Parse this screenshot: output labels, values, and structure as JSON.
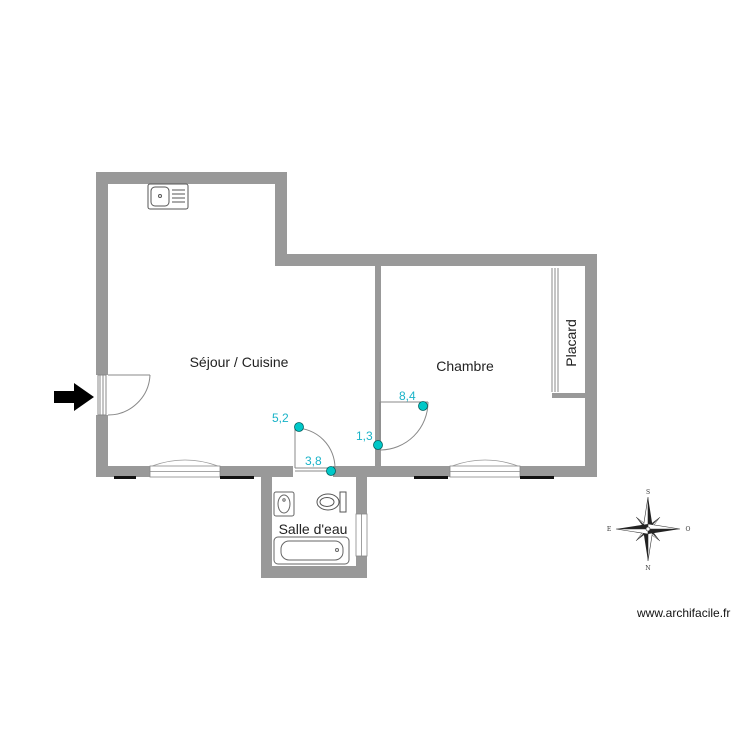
{
  "colors": {
    "wall": "#999999",
    "window_sill": "#111111",
    "measure_point": "#00c8c8",
    "measure_text": "#19b3c8",
    "arrow": "#000000",
    "door": "#888888"
  },
  "rooms": {
    "sejour": "Séjour / Cuisine",
    "chambre": "Chambre",
    "salle_eau": "Salle d'eau",
    "placard": "Placard"
  },
  "measurements": [
    {
      "name": "measure-5-2",
      "value": "5,2"
    },
    {
      "name": "measure-3-8",
      "value": "3,8"
    },
    {
      "name": "measure-1-3",
      "value": "1,3"
    },
    {
      "name": "measure-8-4",
      "value": "8,4"
    }
  ],
  "compass": {
    "north": "N",
    "south": "S",
    "east": "E",
    "west": "O"
  },
  "icons": {
    "entrance": "entrance-arrow-icon",
    "sink": "kitchen-sink-icon",
    "washbasin": "washbasin-icon",
    "toilet": "toilet-icon",
    "bathtub": "bathtub-icon",
    "compass": "compass-rose-icon"
  },
  "watermark": "www.archifacile.fr"
}
